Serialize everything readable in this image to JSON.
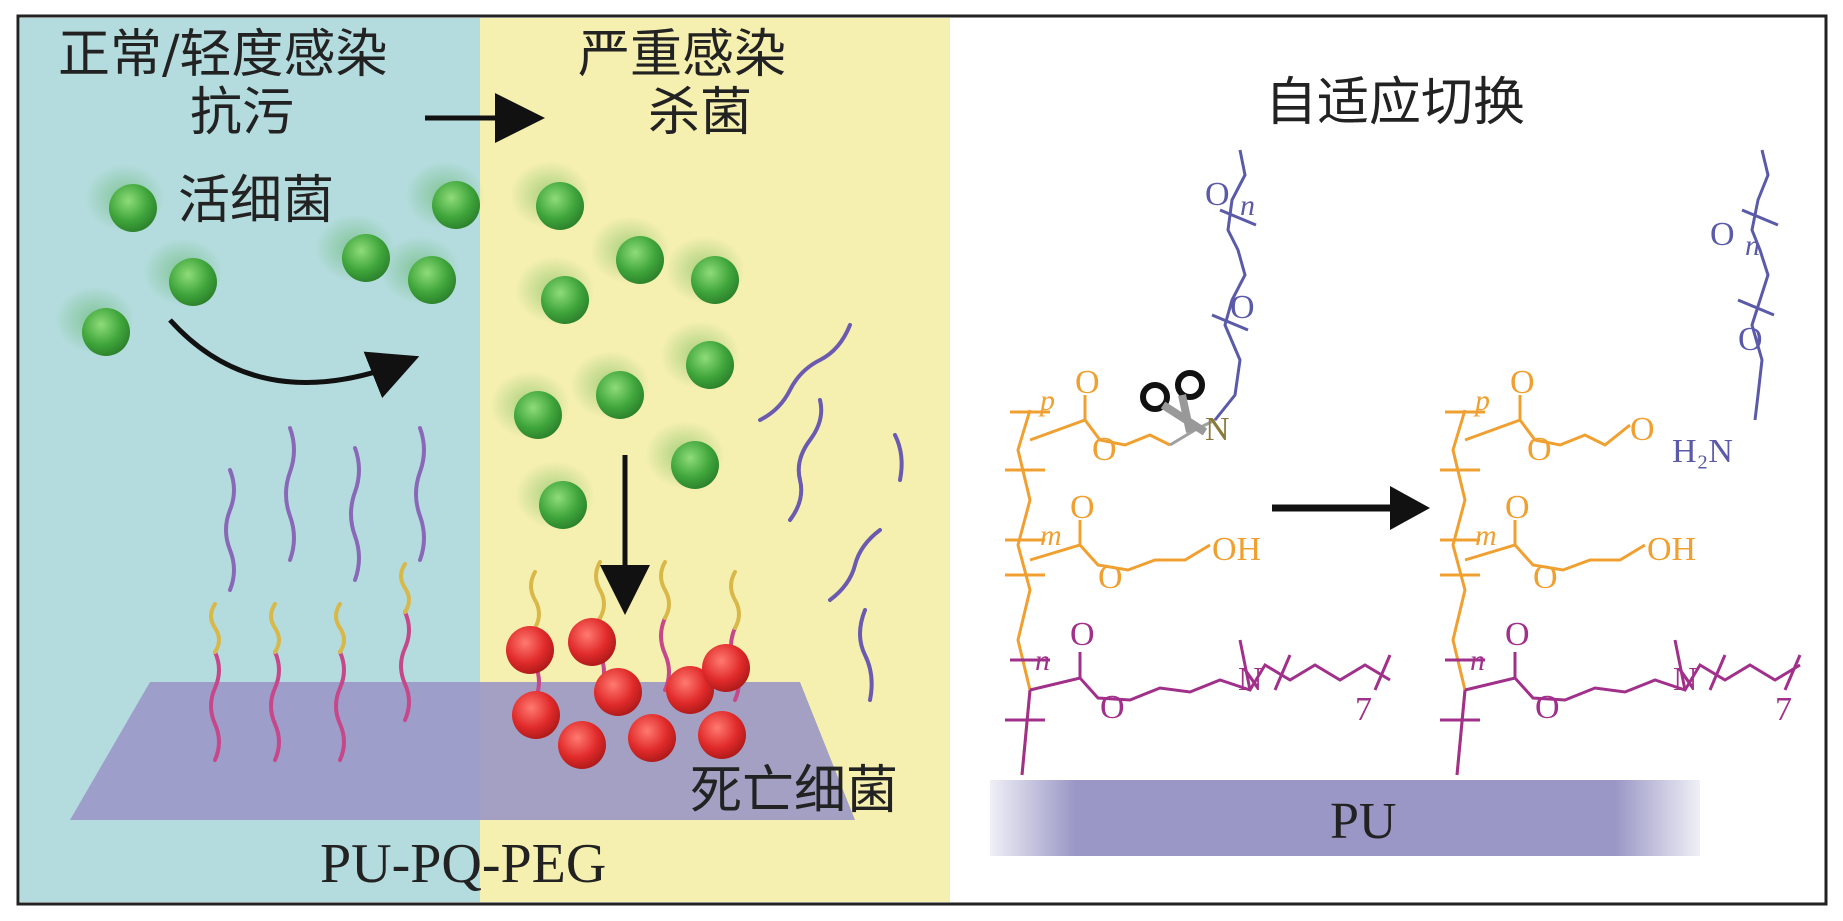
{
  "left_panel": {
    "normal_label": "正常/轻度感染",
    "antifouling_label": "抗污",
    "severe_label": "严重感染",
    "bactericidal_label": "杀菌",
    "live_bacteria_label": "活细菌",
    "dead_bacteria_label": "死亡细菌",
    "substrate_label": "PU-PQ-PEG",
    "colors": {
      "left_bg": "#b4dcde",
      "right_bg": "#f6f0b0",
      "live": "#43a843",
      "dead": "#e02a2a",
      "substrate": "#9a97c6"
    }
  },
  "right_panel": {
    "title": "自适应切换",
    "substrate_label": "PU",
    "chem": {
      "O": "O",
      "OH": "OH",
      "N": "N",
      "H2N": "H₂N",
      "n": "n",
      "m": "m",
      "p": "p",
      "seven": "7"
    },
    "colors": {
      "peg": "#5b5aa8",
      "linker": "#f0a030",
      "quat": "#a0308a",
      "substrate": "#9a97c6"
    }
  }
}
